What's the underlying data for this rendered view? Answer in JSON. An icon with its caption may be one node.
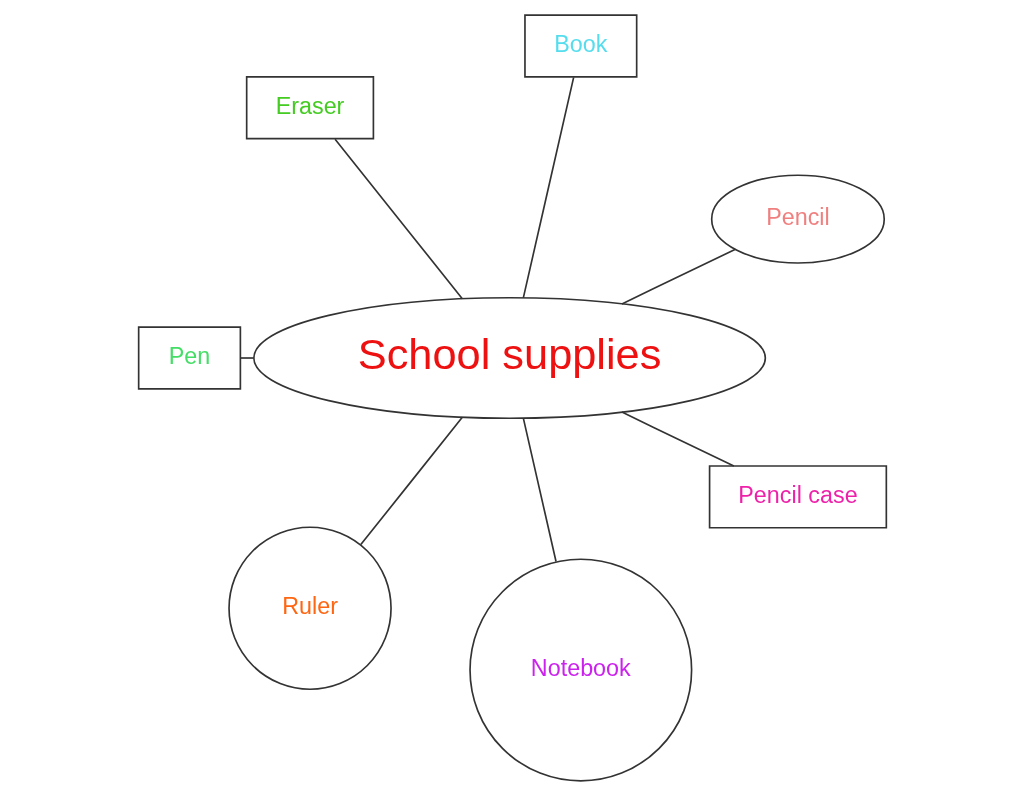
{
  "diagram": {
    "nodes": [
      {
        "text": [
          "School supplies"
        ]
      },
      {
        "text": [
          "Pencil"
        ]
      },
      {
        "text": [
          "Book"
        ]
      },
      {
        "text": [
          "Eraser"
        ]
      },
      {
        "text": [
          "Pen"
        ]
      },
      {
        "text": [
          "Ruler"
        ]
      },
      {
        "text": [
          "Notebook"
        ]
      },
      {
        "text": [
          "Pencil case"
        ]
      }
    ],
    "edges": [
      {
        "from": 0,
        "to": 1,
        "arrow": "none"
      },
      {
        "from": 0,
        "to": 2,
        "arrow": "none"
      },
      {
        "from": 0,
        "to": 3,
        "arrow": "none"
      },
      {
        "from": 0,
        "to": 5,
        "arrow": "none"
      },
      {
        "from": 0,
        "to": 7,
        "arrow": "none"
      },
      {
        "from": 0,
        "to": 6,
        "arrow": "none"
      },
      {
        "from": 0,
        "to": 4,
        "arrow": "none"
      }
    ]
  }
}
